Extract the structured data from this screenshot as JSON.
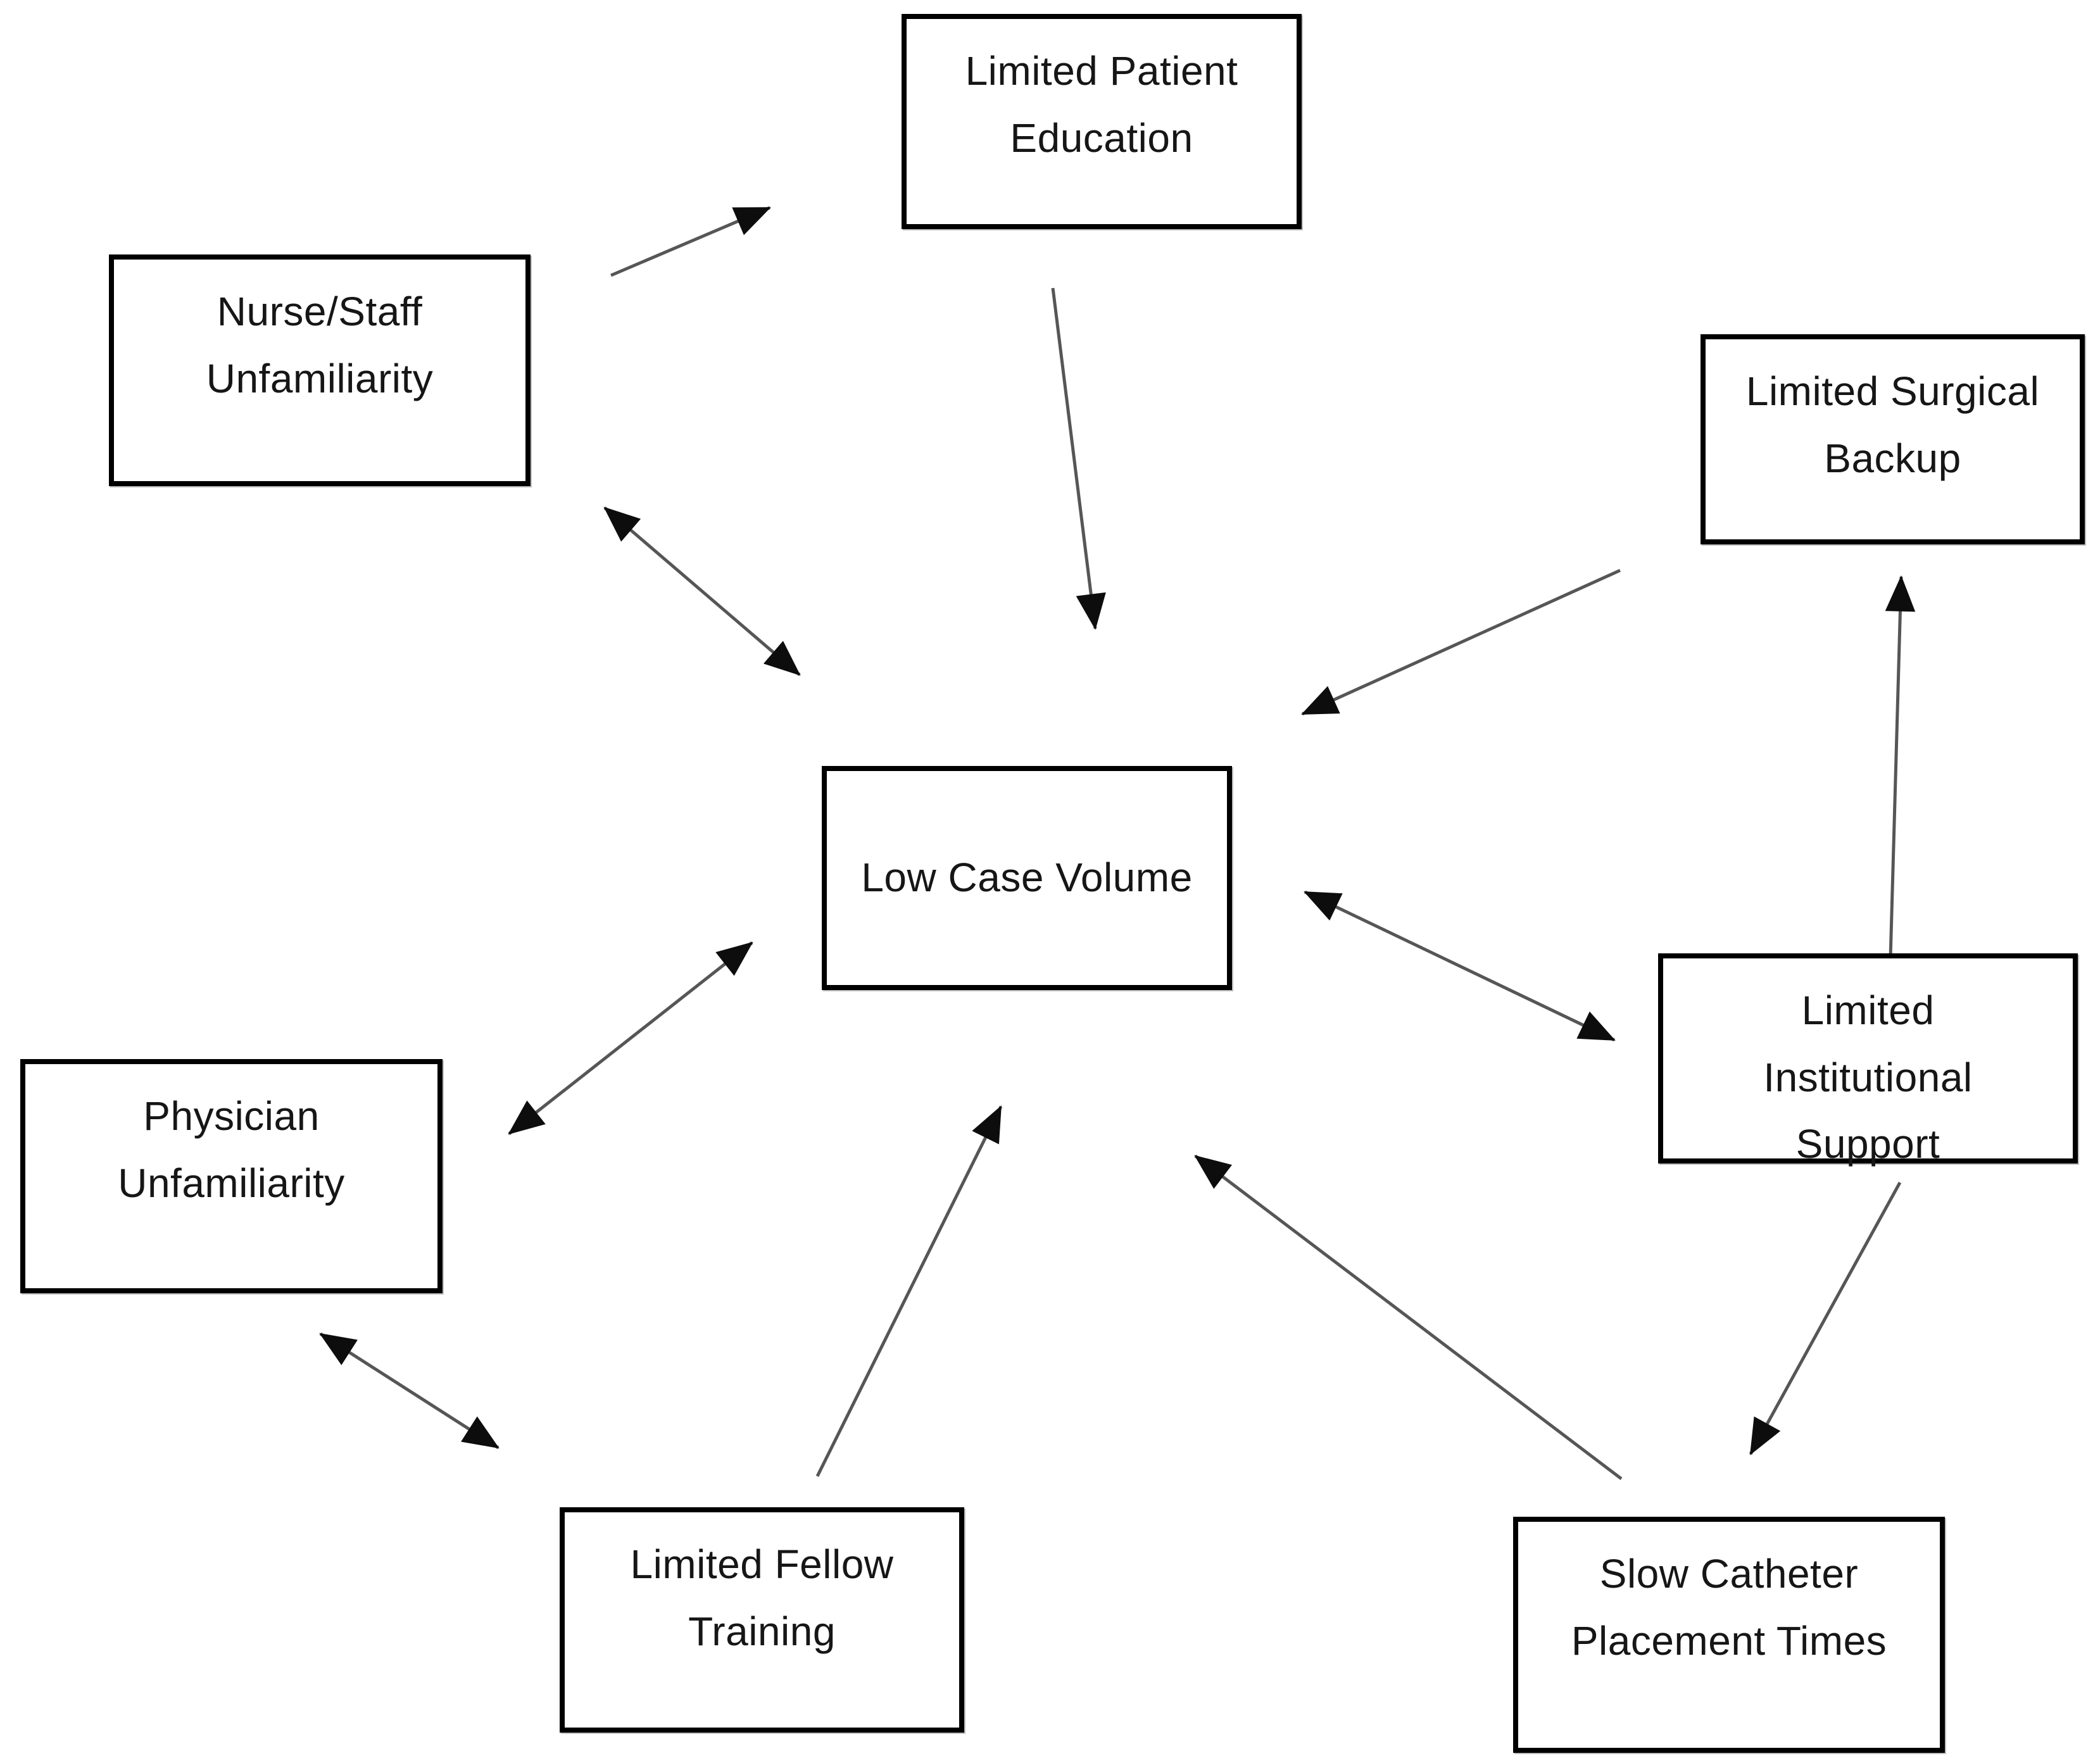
{
  "diagram": {
    "description": "Causal diagram of factors surrounding low case volume",
    "nodes": {
      "nurse_staff": {
        "label": "Nurse/Staff\nUnfamiliarity"
      },
      "patient_education": {
        "label": "Limited Patient\nEducation"
      },
      "surgical_backup": {
        "label": "Limited Surgical\nBackup"
      },
      "low_case_volume": {
        "label": "Low Case Volume"
      },
      "physician": {
        "label": "Physician\nUnfamiliarity"
      },
      "institutional_support": {
        "label": "Limited\nInstitutional\nSupport"
      },
      "fellow_training": {
        "label": "Limited Fellow\nTraining"
      },
      "slow_catheter": {
        "label": "Slow Catheter\nPlacement Times"
      }
    },
    "edges": [
      {
        "from": "nurse_staff",
        "to": "patient_education",
        "type": "one-way"
      },
      {
        "from": "patient_education",
        "to": "low_case_volume",
        "type": "one-way"
      },
      {
        "from": "surgical_backup",
        "to": "low_case_volume",
        "type": "one-way"
      },
      {
        "from": "nurse_staff",
        "to": "low_case_volume",
        "type": "two-way"
      },
      {
        "from": "physician",
        "to": "low_case_volume",
        "type": "two-way"
      },
      {
        "from": "physician",
        "to": "fellow_training",
        "type": "two-way"
      },
      {
        "from": "fellow_training",
        "to": "low_case_volume",
        "type": "one-way"
      },
      {
        "from": "slow_catheter",
        "to": "low_case_volume",
        "type": "one-way"
      },
      {
        "from": "low_case_volume",
        "to": "institutional_support",
        "type": "two-way"
      },
      {
        "from": "institutional_support",
        "to": "surgical_backup",
        "type": "one-way"
      },
      {
        "from": "institutional_support",
        "to": "slow_catheter",
        "type": "one-way"
      }
    ],
    "colors": {
      "background": "#ffffff",
      "box_border": "#000000",
      "text": "#161616",
      "arrow_line": "#565656",
      "arrow_head": "#0d0d0d"
    }
  }
}
